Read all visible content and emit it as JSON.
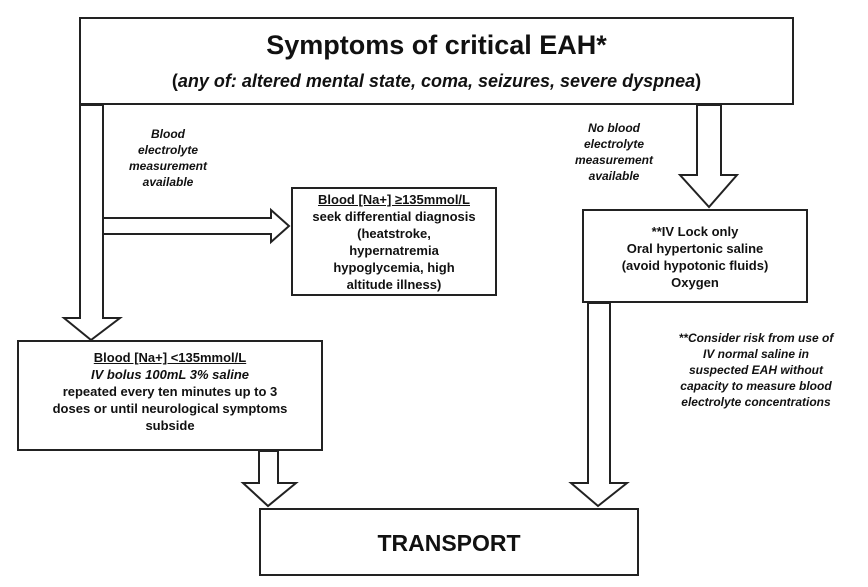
{
  "diagram": {
    "title": "Symptoms of critical EAH*",
    "subtitle_open": "(",
    "subtitle_text": "any of: altered mental state, coma, seizures, severe dyspnea",
    "subtitle_close": ")",
    "left_branch_label": [
      "Blood",
      "electrolyte",
      "measurement",
      "available"
    ],
    "right_branch_label": [
      "No blood",
      "electrolyte",
      "measurement",
      "available"
    ],
    "high_sodium_box": {
      "heading": "Blood [Na+] ≥135mmol/L",
      "lines": [
        "seek differential diagnosis",
        "(heatstroke,",
        "hypernatremia",
        "hypoglycemia, high",
        "altitude illness)"
      ]
    },
    "low_sodium_box": {
      "heading": "Blood [Na+] <135mmol/L",
      "lines": [
        "IV bolus 100mL 3% saline",
        "repeated every ten minutes up to 3",
        "doses or until neurological symptoms",
        "subside"
      ]
    },
    "no_measurement_box": {
      "lines": [
        "**IV Lock only",
        "Oral hypertonic saline",
        "(avoid hypotonic fluids)",
        "Oxygen"
      ]
    },
    "footnote": [
      "**Consider risk from use of",
      "IV normal saline in",
      "suspected EAH without",
      "capacity to measure blood",
      "electrolyte concentrations"
    ],
    "transport": "TRANSPORT"
  }
}
